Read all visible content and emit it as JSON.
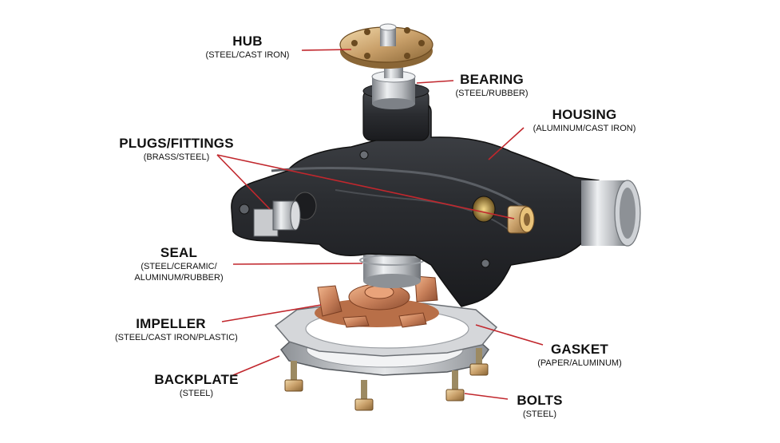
{
  "colors": {
    "leader": "#c1272d",
    "housing": "#2b2d30",
    "brass": "#c9a06a",
    "steel": "#b9bcc0",
    "copper": "#c8805a"
  },
  "labels": {
    "hub": {
      "name": "HUB",
      "material": [
        "(STEEL/CAST IRON)"
      ]
    },
    "bearing": {
      "name": "BEARING",
      "material": [
        "(STEEL/RUBBER)"
      ]
    },
    "housing": {
      "name": "HOUSING",
      "material": [
        "(ALUMINUM/CAST IRON)"
      ]
    },
    "plugs": {
      "name": "PLUGS/FITTINGS",
      "material": [
        "(BRASS/STEEL)"
      ]
    },
    "seal": {
      "name": "SEAL",
      "material": [
        "(STEEL/CERAMIC/",
        "ALUMINUM/RUBBER)"
      ]
    },
    "impeller": {
      "name": "IMPELLER",
      "material": [
        "(STEEL/CAST IRON/PLASTIC)"
      ]
    },
    "gasket": {
      "name": "GASKET",
      "material": [
        "(PAPER/ALUMINUM)"
      ]
    },
    "backplate": {
      "name": "BACKPLATE",
      "material": [
        "(STEEL)"
      ]
    },
    "bolts": {
      "name": "BOLTS",
      "material": [
        "(STEEL)"
      ]
    }
  }
}
